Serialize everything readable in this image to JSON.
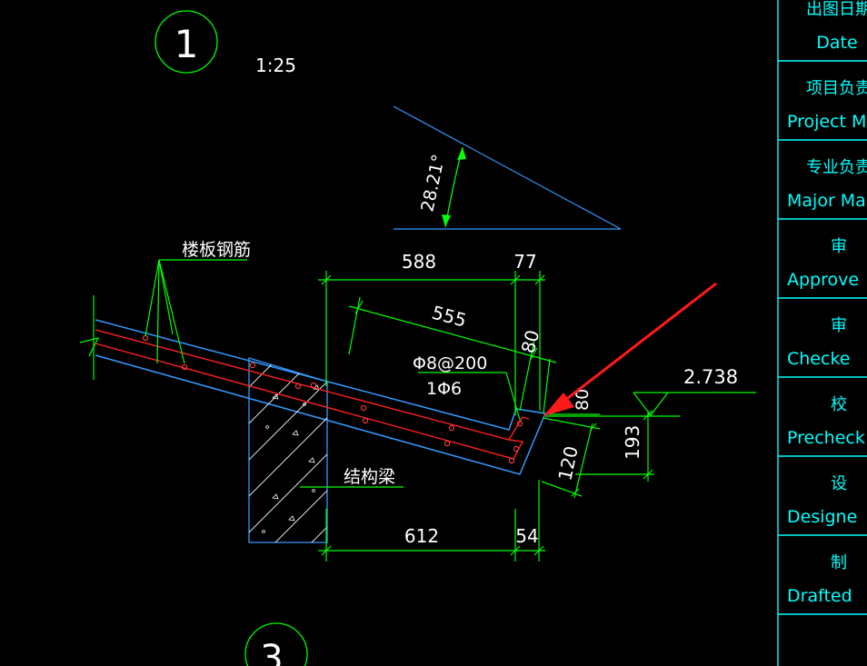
{
  "detail": {
    "number": "1",
    "scale": "1:25",
    "next_number": "3"
  },
  "angle": {
    "label": "28.21°"
  },
  "dimensions": {
    "top_588": "588",
    "top_77": "77",
    "slope_555": "555",
    "slope_80": "80",
    "right_80": "80",
    "right_193": "193",
    "right_120": "120",
    "bottom_612": "612",
    "bottom_54": "54"
  },
  "elevation": {
    "value": "2.738"
  },
  "annotations": {
    "slab_rebar": "楼板钢筋",
    "rebar_spec_1": "Φ8@200",
    "rebar_spec_2": "1Φ6",
    "structural_beam": "结构梁"
  },
  "title_block": {
    "rows": [
      {
        "cn": "出图日期",
        "en": "Date"
      },
      {
        "cn": "项目负责",
        "en": "Project M"
      },
      {
        "cn": "专业负责",
        "en": "Major Ma"
      },
      {
        "cn": "审",
        "en": "Approve"
      },
      {
        "cn": "审",
        "en": "Checke"
      },
      {
        "cn": "校",
        "en": "Precheck"
      },
      {
        "cn": "设",
        "en": "Designe"
      },
      {
        "cn": "制",
        "en": "Drafted"
      }
    ]
  },
  "colors": {
    "background": "#000000",
    "dimension": "#00ff00",
    "slab_outline": "#3399ff",
    "rebar": "#ff2020",
    "hatch": "#ffffff",
    "title_text": "#00ffff",
    "arrow": "#ff1a1a"
  }
}
